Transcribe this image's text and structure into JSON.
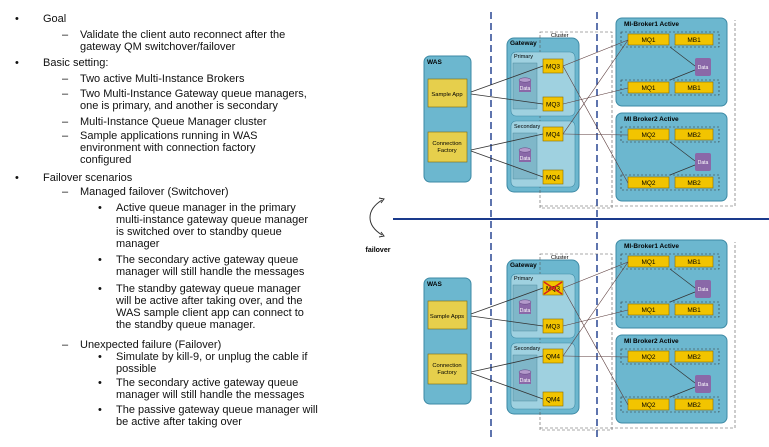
{
  "slide": {
    "bullets": [
      {
        "level": 1,
        "text": "Goal"
      },
      {
        "level": 2,
        "text": "Validate the client auto reconnect after the\ngateway QM switchover/failover"
      },
      {
        "level": 1,
        "text": "Basic setting:"
      },
      {
        "level": 2,
        "text": "Two active Multi-Instance Brokers"
      },
      {
        "level": 2,
        "text": "Two Multi-Instance Gateway queue managers,\none is primary, and another is secondary"
      },
      {
        "level": 2,
        "text": "Multi-Instance Queue Manager cluster"
      },
      {
        "level": 2,
        "text": "Sample applications running in WAS\nenvironment with connection factory\nconfigured"
      },
      {
        "level": 1,
        "text": "Failover scenarios"
      },
      {
        "level": 2,
        "text": "Managed failover (Switchover)"
      },
      {
        "level": 3,
        "text": "Active queue manager in  the primary\nmulti-instance gateway queue manager\nis switched over to standby queue\nmanager"
      },
      {
        "level": 3,
        "text": "The secondary active gateway queue\nmanager will still handle the messages"
      },
      {
        "level": 3,
        "text": "The standby gateway queue manager\nwill be active after taking over, and the\nWAS sample client app can connect to\nthe  standby queue manager."
      },
      {
        "level": 2,
        "text": "Unexpected failure (Failover)"
      },
      {
        "level": 3,
        "text": "Simulate by kill-9, or unplug the cable if\npossible"
      },
      {
        "level": 3,
        "text": "The secondary active gateway queue\nmanager will still handle the messages"
      },
      {
        "level": 3,
        "text": "The passive gateway queue manager will\nbe active after taking over"
      }
    ],
    "markers": {
      "l1": "•",
      "l2": "–",
      "l3": "•"
    }
  },
  "diagram": {
    "failover_label": "failover",
    "top": {
      "was": {
        "title": "WAS",
        "app": "Sample App",
        "cf": "Connection\nFactory"
      },
      "gateway": {
        "title": "Gateway",
        "cluster": "Cluster",
        "primary": "Primary",
        "secondary": "Secondary",
        "p_qm_top": "MQ3",
        "p_qm_bot": "MQ3",
        "p_data": "Data",
        "s_qm_top": "MQ4",
        "s_qm_bot": "MQ4",
        "s_data": "Data"
      },
      "broker1": {
        "title": "MI-Broker1 Active",
        "q1": "MQ1",
        "b1": "MB1",
        "q2": "MQ1",
        "b2": "MB1",
        "data": "Data"
      },
      "broker2": {
        "title": "MI Broker2 Active",
        "q1": "MQ2",
        "b1": "MB2",
        "q2": "MQ2",
        "b2": "MB2",
        "data": "Data"
      }
    },
    "bottom": {
      "was": {
        "title": "WAS",
        "app": "Sample Apps",
        "cf": "Connection\nFactory"
      },
      "gateway": {
        "title": "Gateway",
        "cluster": "Cluster",
        "primary": "Primary",
        "secondary": "Secondary",
        "p_qm_top": "MQ3",
        "p_qm_bot": "MQ3",
        "p_data": "Data",
        "s_qm_top": "QM4",
        "s_qm_bot": "QM4",
        "s_data": "Data"
      },
      "broker1": {
        "title": "MI-Broker1 Active",
        "q1": "MQ1",
        "b1": "MB1",
        "q2": "MQ1",
        "b2": "MB1",
        "data": "Data"
      },
      "broker2": {
        "title": "MI Broker2 Active",
        "q1": "MQ2",
        "b1": "MB2",
        "q2": "MQ2",
        "b2": "MB2",
        "data": "Data"
      }
    },
    "colors": {
      "panel": "#6cb7cf",
      "panel_dark": "#3d8aa5",
      "inner": "#9fd1e0",
      "yellow": "#f2c400",
      "app": "#e6cf4c",
      "data": "#8a68a8",
      "divider": "#1a3a8c",
      "red": "#d42020"
    }
  }
}
